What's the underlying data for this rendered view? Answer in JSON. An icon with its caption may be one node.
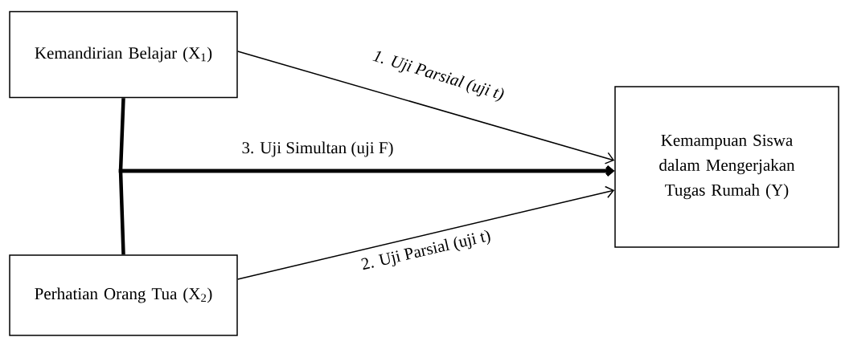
{
  "diagram": {
    "nodes": [
      {
        "text": [
          "Kemandirian Belajar (X$_{1}$)"
        ]
      },
      {
        "text": [
          "Perhatian Orang Tua (X$_{2}$)"
        ]
      },
      {
        "text": [
          "Kemampuan Siswa dalam Mengerjakan Tugas Rumah (Y)"
        ]
      }
    ],
    "edges": [
      {
        "from": 0,
        "to": 2,
        "arrow": "to",
        "label": "1.   Uji Parsial (uji t)"
      },
      {
        "from": 1,
        "to": 2,
        "arrow": "to",
        "label": "2. Uji Parsial (uji t)"
      },
      {
        "from": 0,
        "to": 2,
        "arrow": "to",
        "style": "thick",
        "label": "3. Uji Simultan (uji F)"
      },
      {
        "from": 1,
        "to": 2,
        "arrow": "to",
        "style": "thick"
      }
    ]
  }
}
